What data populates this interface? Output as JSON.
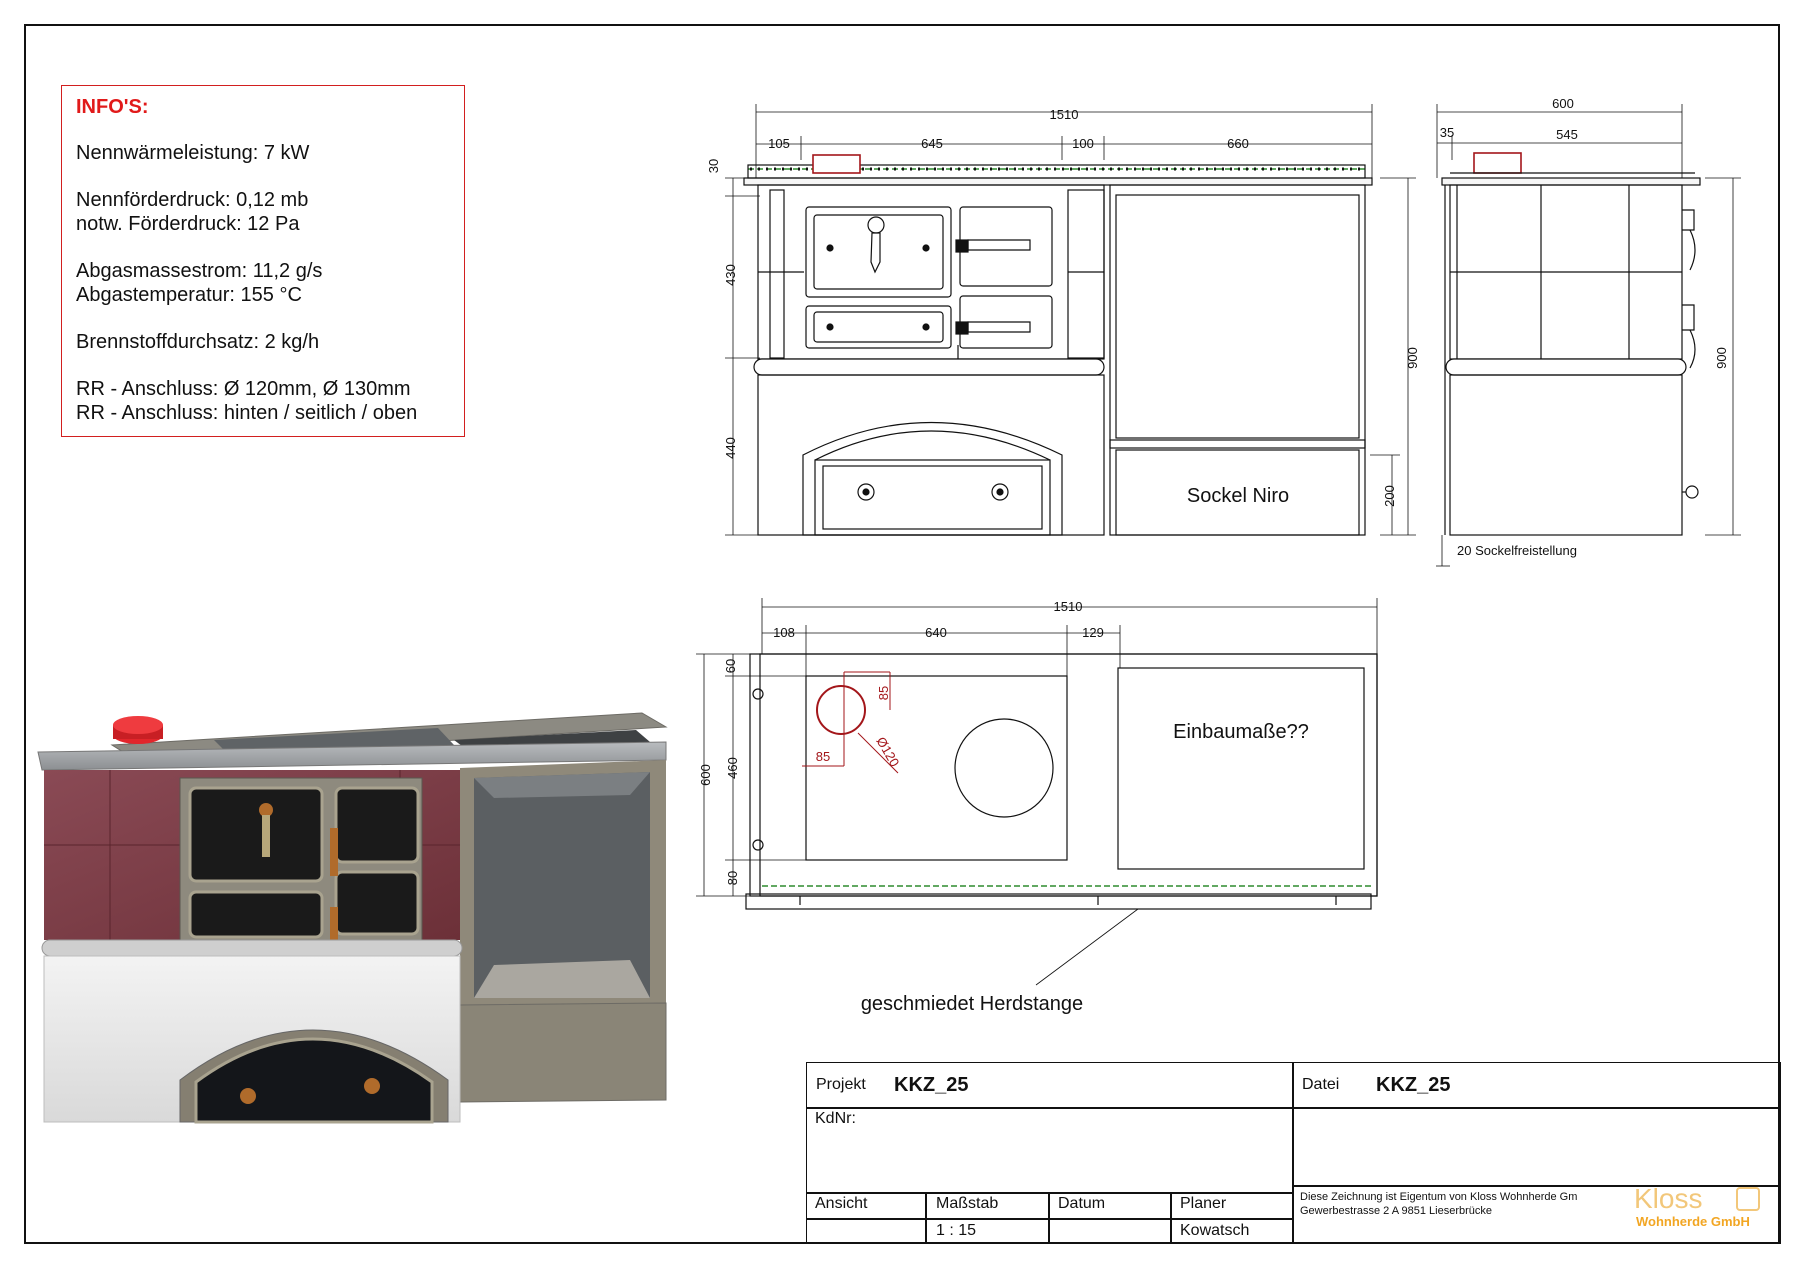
{
  "info": {
    "title": "INFO'S:",
    "lines": [
      "Nennwärmeleistung: 7 kW",
      "Nennförderdruck: 0,12 mb",
      "notw. Förderdruck: 12 Pa",
      "Abgasmassestrom: 11,2 g/s",
      "Abgastemperatur: 155 °C",
      "Brennstoffdurchsatz: 2 kg/h",
      "RR - Anschluss: Ø 120mm, Ø 130mm",
      "RR - Anschluss: hinten / seitlich / oben"
    ]
  },
  "front_view": {
    "dims": {
      "total": "1510",
      "d105": "105",
      "d645": "645",
      "d100": "100",
      "d660": "660",
      "d30": "30",
      "d430": "430",
      "d440": "440",
      "d900": "900",
      "d200": "200"
    },
    "sockel_label": "Sockel Niro"
  },
  "side_view": {
    "dims": {
      "total": "600",
      "d35": "35",
      "d545": "545",
      "d900": "900"
    },
    "note": "20 Sockelfreistellung"
  },
  "top_view": {
    "dims": {
      "total": "1510",
      "d108": "108",
      "d640": "640",
      "d129": "129",
      "d60": "60",
      "d600": "600",
      "d460": "460",
      "d80": "80",
      "r85a": "85",
      "r85b": "85",
      "r120": "Ø120"
    },
    "einbau_label": "Einbaumaße??",
    "herdstange_label": "geschmiedet Herdstange"
  },
  "title_block": {
    "projekt_label": "Projekt",
    "projekt_value": "KKZ_25",
    "datei_label": "Datei",
    "datei_value": "KKZ_25",
    "kdnr_label": "KdNr:",
    "ansicht_label": "Ansicht",
    "massstab_label": "Maßstab",
    "massstab_value": "1 : 15",
    "datum_label": "Datum",
    "planer_label": "Planer",
    "planer_value": "Kowatsch",
    "ownership_line1": "Diese Zeichnung ist Eigentum von Kloss Wohnherde Gm",
    "ownership_line2": "Gewerbestrasse 2 A 9851 Lieserbrücke",
    "logo_text": "Kloss",
    "logo_sub": "Wohnherde GmbH"
  },
  "colors": {
    "accent_red": "#e11a1a",
    "dim_red": "#a3161a",
    "logo_orange": "#f2a623",
    "tile_maroon": "#7a3a44",
    "dashed_green": "#2e8b2e"
  }
}
